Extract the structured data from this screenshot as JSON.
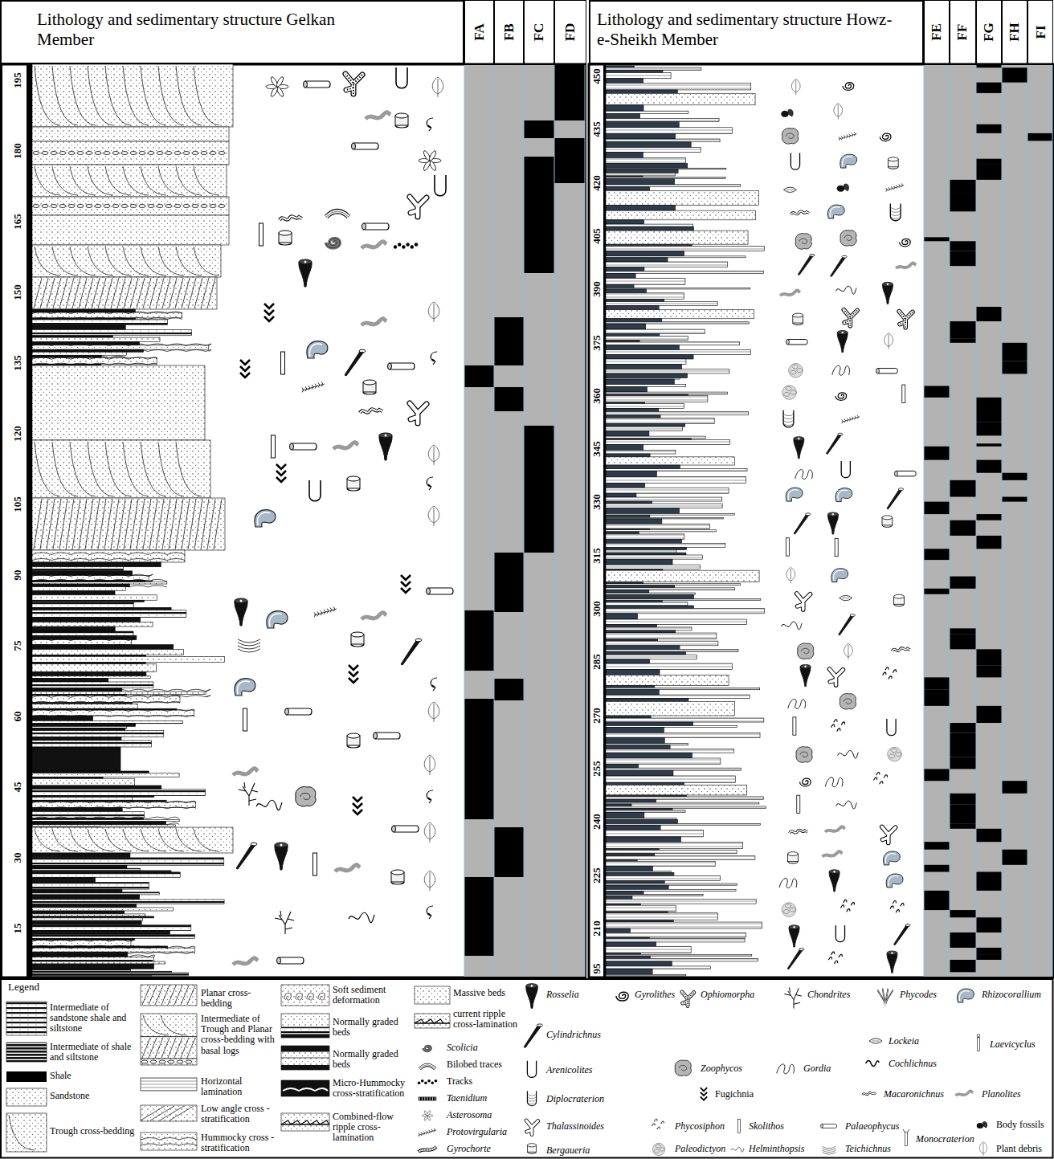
{
  "diagram": {
    "nodes": [
      {
        "text": [
          "Lithology and sedimentary structure Gelkan Member"
        ]
      },
      {
        "text": [
          "FA"
        ]
      },
      {
        "text": [
          "FB"
        ]
      },
      {
        "text": [
          "FC"
        ]
      },
      {
        "text": [
          "FD"
        ]
      },
      {
        "text": [
          "Lithology and sedimentary structure Howz-e-Sheikh Member"
        ]
      },
      {
        "text": [
          "FE"
        ]
      },
      {
        "text": [
          "FF"
        ]
      },
      {
        "text": [
          "FG"
        ]
      },
      {
        "text": [
          "FH"
        ]
      },
      {
        "text": [
          "FI"
        ]
      }
    ],
    "labels": [
      "195",
      "180",
      "165",
      "150",
      "135",
      "120",
      "105",
      "90",
      "75",
      "60",
      "45",
      "30",
      "15",
      "450",
      "435",
      "420",
      "405",
      "390",
      "375",
      "360",
      "345",
      "330",
      "315",
      "300",
      "285",
      "270",
      "255",
      "240",
      "225",
      "210",
      "95",
      "Legend"
    ],
    "legend": [
      {
        "text": "Intermediate of sandstone shale and siltstone"
      },
      {
        "text": "Intermediate of shale and siltstone"
      },
      {
        "text": "Shale",
        "color": "#000000"
      },
      {
        "text": "Sandstone"
      },
      {
        "text": "Trough cross-bedding"
      },
      {
        "text": "Planar cross-bedding"
      },
      {
        "text": "Intermediate of Trough and Planar cross-bedding with basal logs"
      },
      {
        "text": "Horizontal lamination"
      },
      {
        "text": "Low angle cross -stratification"
      },
      {
        "text": "Hummocky cross -stratification"
      },
      {
        "text": "Soft sediment deformation"
      },
      {
        "text": "Normally graded beds"
      },
      {
        "text": "Normally graded beds"
      },
      {
        "text": "Micro-Hummocky cross-stratification"
      },
      {
        "text": "Combined-flow ripple cross-lamination"
      },
      {
        "text": "Massive beds"
      },
      {
        "text": "current ripple cross-lamination"
      },
      {
        "text": "Scolicia"
      },
      {
        "text": "Bilobed traces"
      },
      {
        "text": "Tracks"
      },
      {
        "text": "Taenidium"
      },
      {
        "text": "Asterosoma"
      },
      {
        "text": "Protovirgularia"
      },
      {
        "text": "Gyrochorte"
      },
      {
        "text": "Rosselia"
      },
      {
        "text": "Cylindrichnus"
      },
      {
        "text": "Arenicolites"
      },
      {
        "text": "Diplocraterion"
      },
      {
        "text": "Thalassinoides"
      },
      {
        "text": "Bergaueria"
      },
      {
        "text": "Gyrolithes"
      },
      {
        "text": "Ophiomorpha"
      },
      {
        "text": "Zoophycos"
      },
      {
        "text": "Fugichnia"
      },
      {
        "text": "Phycosiphon"
      },
      {
        "text": "Skolithos"
      },
      {
        "text": "Paleodictyon"
      },
      {
        "text": "Helminthopsis"
      },
      {
        "text": "Chondrites"
      },
      {
        "text": "Gordia"
      },
      {
        "text": "Palaeophycus"
      },
      {
        "text": "Teichichnus"
      },
      {
        "text": "Phycodes"
      },
      {
        "text": "Lockeia"
      },
      {
        "text": "Cochlichnus"
      },
      {
        "text": "Macaronichnus"
      },
      {
        "text": "Monocraterion"
      },
      {
        "text": "Rhizocorallium"
      },
      {
        "text": "Laevicyclus"
      },
      {
        "text": "Planolites"
      },
      {
        "text": "Body fossils"
      },
      {
        "text": "Plant debris"
      }
    ]
  }
}
